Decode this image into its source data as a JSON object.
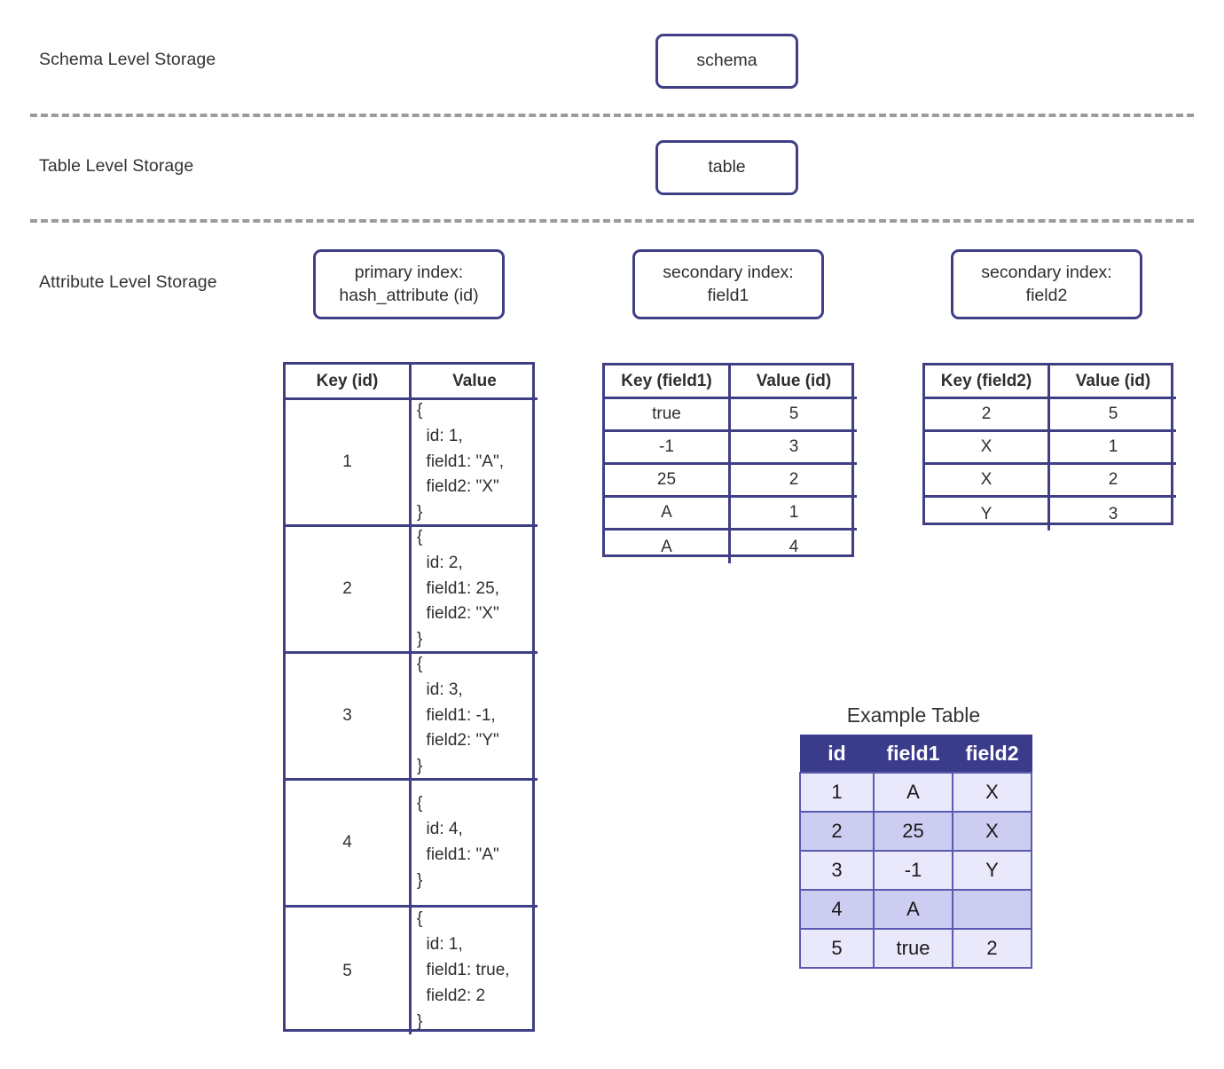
{
  "diagram": {
    "title": "Storage level architecture diagram",
    "accent_border": "#403f85",
    "divider_color": "#9c9c9c",
    "example_header_bg": "#3b3b8c",
    "example_row_odd_bg": "#e9e9fb",
    "example_row_even_bg": "#cdcdf2"
  },
  "levels": [
    {
      "label": "Schema Level Storage"
    },
    {
      "label": "Table Level Storage"
    },
    {
      "label": "Attribute Level Storage"
    }
  ],
  "nodes": {
    "schema": "schema",
    "table": "table",
    "primary_index": "primary index:\nhash_attribute (id)",
    "secondary_index_field1": "secondary index:\nfield1",
    "secondary_index_field2": "secondary index:\nfield2"
  },
  "primary_index_table": {
    "headers": [
      "Key (id)",
      "Value"
    ],
    "rows": [
      {
        "key": "1",
        "value": "{\n  id: 1,\n  field1: \"A\",\n  field2: \"X\"\n}"
      },
      {
        "key": "2",
        "value": "{\n  id: 2,\n  field1: 25,\n  field2: \"X\"\n}"
      },
      {
        "key": "3",
        "value": "{\n  id: 3,\n  field1: -1,\n  field2: \"Y\"\n}"
      },
      {
        "key": "4",
        "value": "{\n  id: 4,\n  field1: \"A\"\n}"
      },
      {
        "key": "5",
        "value": "{\n  id: 1,\n  field1: true,\n  field2: 2\n}"
      }
    ]
  },
  "field1_index_table": {
    "headers": [
      "Key (field1)",
      "Value (id)"
    ],
    "rows": [
      {
        "key": "true",
        "value": "5"
      },
      {
        "key": "-1",
        "value": "3"
      },
      {
        "key": "25",
        "value": "2"
      },
      {
        "key": "A",
        "value": "1"
      },
      {
        "key": "A",
        "value": "4"
      }
    ]
  },
  "field2_index_table": {
    "headers": [
      "Key (field2)",
      "Value (id)"
    ],
    "rows": [
      {
        "key": "2",
        "value": "5"
      },
      {
        "key": "X",
        "value": "1"
      },
      {
        "key": "X",
        "value": "2"
      },
      {
        "key": "Y",
        "value": "3"
      }
    ]
  },
  "example_table": {
    "title": "Example Table",
    "headers": [
      "id",
      "field1",
      "field2"
    ],
    "rows": [
      [
        "1",
        "A",
        "X"
      ],
      [
        "2",
        "25",
        "X"
      ],
      [
        "3",
        "-1",
        "Y"
      ],
      [
        "4",
        "A",
        ""
      ],
      [
        "5",
        "true",
        "2"
      ]
    ]
  }
}
